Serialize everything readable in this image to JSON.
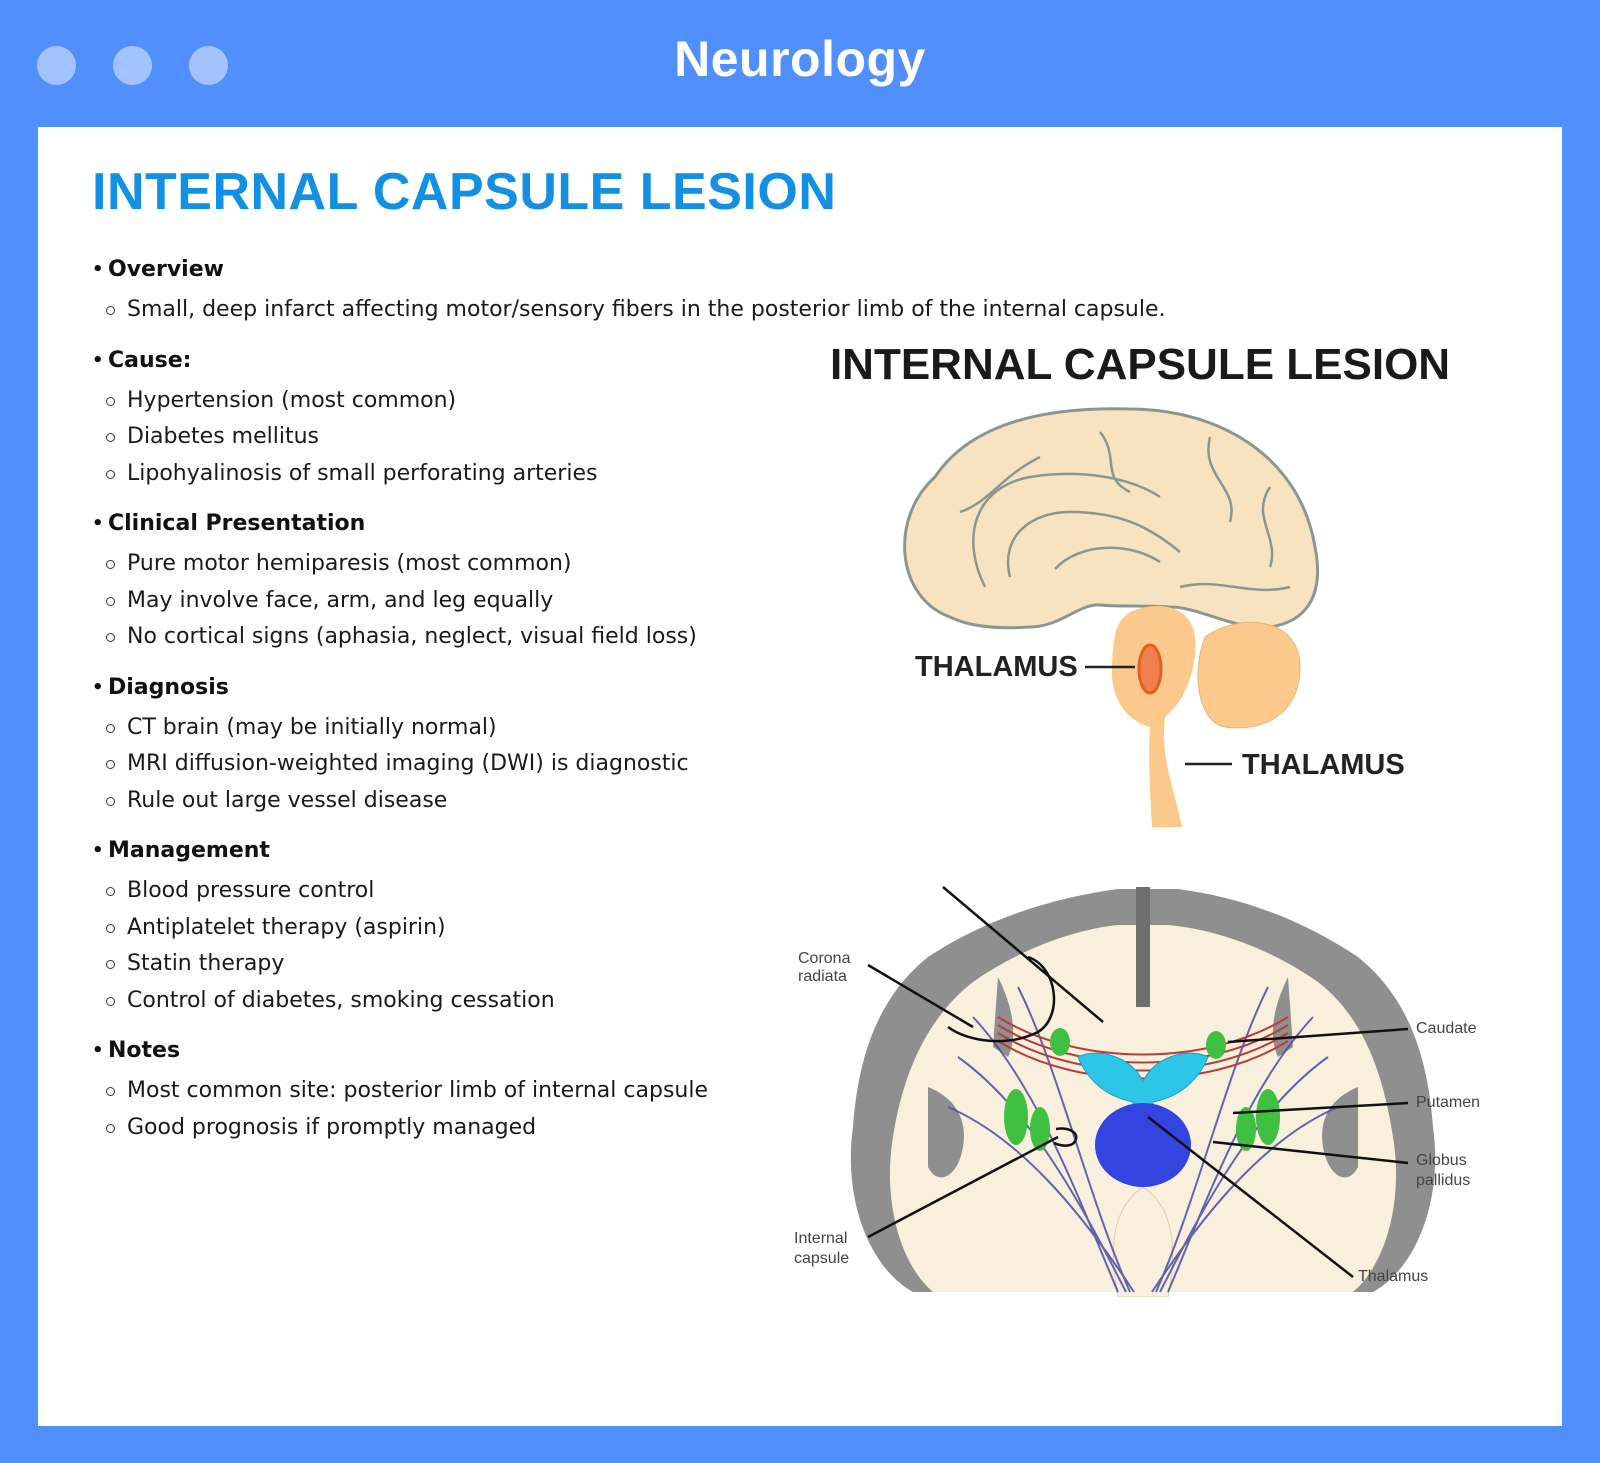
{
  "window": {
    "app_title": "Neurology",
    "page_title": "INTERNAL CAPSULE LESION"
  },
  "sections": [
    {
      "heading": "Overview",
      "items": [
        "Small, deep infarct affecting motor/sensory fibers in the posterior limb of the internal capsule."
      ]
    },
    {
      "heading": "Cause:",
      "items": [
        "Hypertension (most common)",
        "Diabetes mellitus",
        "Lipohyalinosis of small perforating arteries"
      ]
    },
    {
      "heading": "Clinical Presentation",
      "items": [
        "Pure motor hemiparesis (most common)",
        "May involve face, arm, and leg equally",
        "No cortical signs (aphasia, neglect, visual field loss)"
      ]
    },
    {
      "heading": "Diagnosis",
      "items": [
        "CT brain (may be initially normal)",
        "MRI diffusion-weighted imaging (DWI) is diagnostic",
        "Rule out large vessel disease"
      ]
    },
    {
      "heading": "Management",
      "items": [
        "Blood pressure control",
        "Antiplatelet therapy (aspirin)",
        "Statin therapy",
        "Control of diabetes, smoking cessation"
      ]
    },
    {
      "heading": "Notes",
      "items": [
        "Most common site: posterior limb of internal capsule",
        "Good prognosis if promptly managed"
      ]
    }
  ],
  "figure_sagittal": {
    "title": "INTERNAL CAPSULE LESION",
    "label_left": "THALAMUS",
    "label_right": "THALAMUS"
  },
  "figure_coronal": {
    "labels": {
      "corona_radiata_1": "Corona",
      "corona_radiata_2": "radiata",
      "internal_capsule_1": "Internal",
      "internal_capsule_2": "capsule",
      "caudate": "Caudate",
      "putamen": "Putamen",
      "globus_pallidus_1": "Globus",
      "globus_pallidus_2": "pallidus",
      "thalamus": "Thalamus"
    }
  }
}
